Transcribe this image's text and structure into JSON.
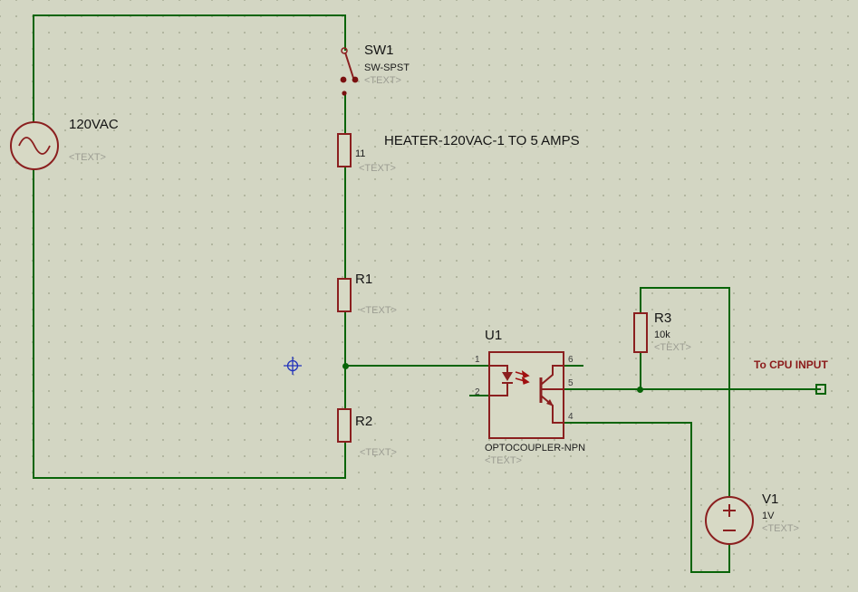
{
  "colors": {
    "background": "#d3d6c3",
    "grid_dot": "#a9ae97",
    "wire_green": "#086408",
    "component_outline": "#8b1f1f",
    "component_fill": "#d7d9c5",
    "placeholder_gray": "#9c9d93",
    "annotation_red": "#8b1a1a",
    "origin_cursor_blue": "#2233bb",
    "switch_toggle_dot": "#7a1010"
  },
  "schematic": {
    "ac_source": {
      "ref": "120VAC",
      "text": "<TEXT>"
    },
    "sw1": {
      "ref": "SW1",
      "value": "SW-SPST",
      "text": "<TEXT>"
    },
    "heater": {
      "label": "HEATER-120VAC-1 TO 5 AMPS",
      "value": "11",
      "text": "<TEXT>"
    },
    "r1": {
      "ref": "R1",
      "text": "<TEXT>"
    },
    "r2": {
      "ref": "R2",
      "text": "<TEXT>"
    },
    "r3": {
      "ref": "R3",
      "value": "10k",
      "text": "<TEXT>"
    },
    "u1": {
      "ref": "U1",
      "value": "OPTOCOUPLER-NPN",
      "text": "<TEXT>"
    },
    "u1_pins": {
      "pin1": "1",
      "pin2": "2",
      "pin4": "4",
      "pin5": "5",
      "pin6": "6"
    },
    "v1": {
      "ref": "V1",
      "value": "1V",
      "text": "<TEXT>"
    },
    "annotations": {
      "cpu_input": "To CPU INPUT"
    }
  }
}
